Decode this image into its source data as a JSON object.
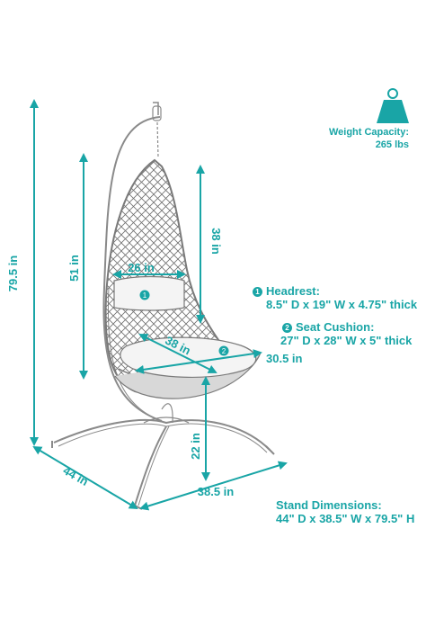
{
  "weight": {
    "title": "Weight Capacity:",
    "value": "265 lbs",
    "icon": "weight-icon"
  },
  "dims": {
    "total_height": "79.5 in",
    "chair_height": "51 in",
    "headrest_drop": "38 in",
    "chair_width": "26 in",
    "seat_depth": "38 in",
    "seat_width": "30.5 in",
    "seat_clearance": "22 in",
    "base_depth": "44 in",
    "base_width": "38.5 in"
  },
  "callouts": {
    "headrest": {
      "num": "1",
      "title": "Headrest:",
      "detail": "8.5\" D x 19\" W x 4.75\" thick"
    },
    "seat_cushion": {
      "num": "2",
      "title": "Seat Cushion:",
      "detail": "27\" D x 28\" W x 5\" thick"
    }
  },
  "stand": {
    "title": "Stand Dimensions:",
    "detail": "44\" D x 38.5\" W x 79.5\" H"
  },
  "colors": {
    "accent": "#19a5a6",
    "line": "#8a8a8a"
  }
}
